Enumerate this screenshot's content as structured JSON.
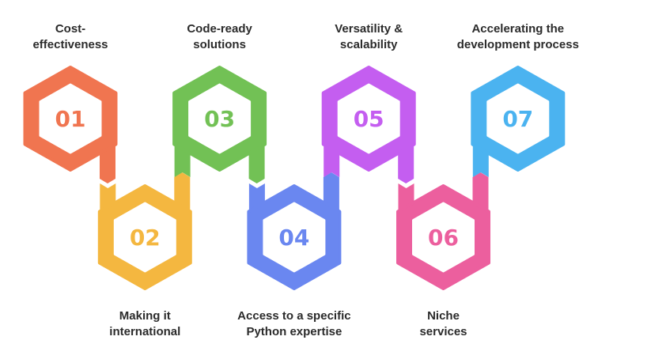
{
  "steps": [
    {
      "number": "01",
      "label_line1": "Cost-",
      "label_line2": "effectiveness",
      "color": "#F07550"
    },
    {
      "number": "02",
      "label_line1": "Making it",
      "label_line2": "international",
      "color": "#F4B740"
    },
    {
      "number": "03",
      "label_line1": "Code-ready",
      "label_line2": "solutions",
      "color": "#72C155"
    },
    {
      "number": "04",
      "label_line1": "Access to a specific",
      "label_line2": "Python expertise",
      "color": "#6A87F0"
    },
    {
      "number": "05",
      "label_line1": "Versatility &",
      "label_line2": "scalability",
      "color": "#C45EF0"
    },
    {
      "number": "06",
      "label_line1": "Niche",
      "label_line2": "services",
      "color": "#EC5F9E"
    },
    {
      "number": "07",
      "label_line1": "Accelerating the",
      "label_line2": "development process",
      "color": "#4BB3F0"
    }
  ]
}
